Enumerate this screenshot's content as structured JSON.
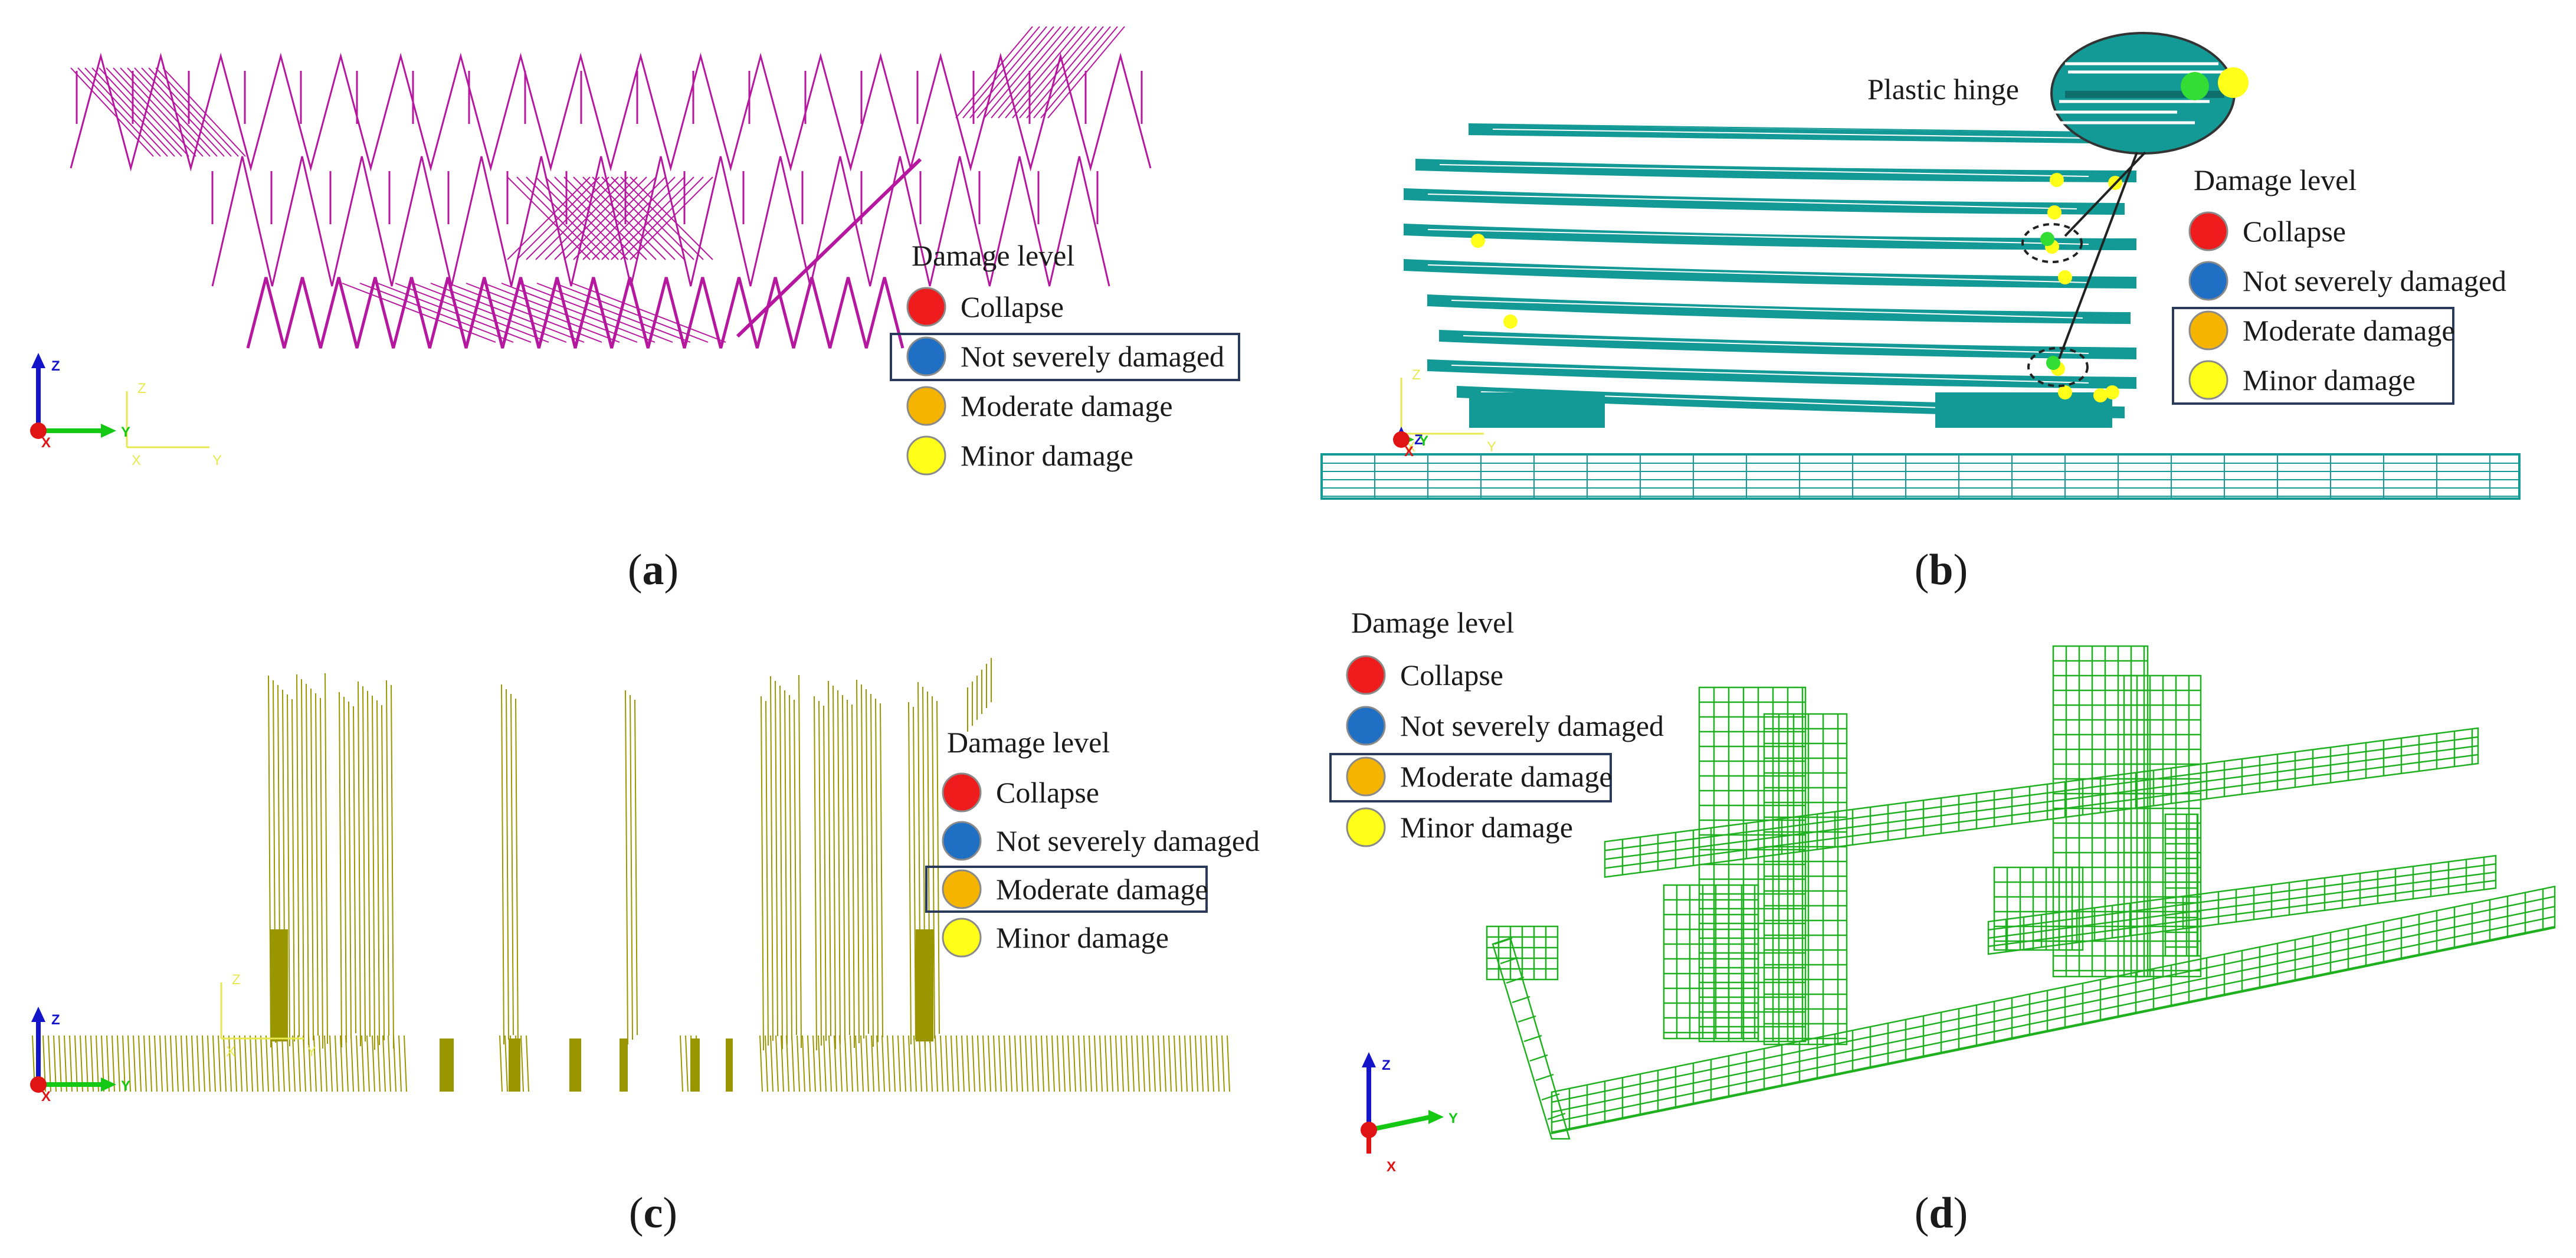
{
  "legend": {
    "title": "Damage level",
    "items": [
      {
        "label": "Collapse",
        "color": "#ee1c1c"
      },
      {
        "label": "Not severely damaged",
        "color": "#1f6fc5"
      },
      {
        "label": "Moderate damage",
        "color": "#f5b400"
      },
      {
        "label": "Minor damage",
        "color": "#ffff1a"
      }
    ]
  },
  "panels": [
    {
      "id": "a",
      "caption": "a",
      "highlighted_item": "Not severely damaged",
      "model_color": "#b5179e",
      "model": "bracing-lines"
    },
    {
      "id": "b",
      "caption": "b",
      "highlighted_item": "Moderate damage, Minor damage",
      "model_color": "#149a96",
      "model": "floor-slabs",
      "callout": "Plastic hinge"
    },
    {
      "id": "c",
      "caption": "c",
      "highlighted_item": "Moderate damage",
      "model_color": "#9a9600",
      "model": "wall-lines"
    },
    {
      "id": "d",
      "caption": "d",
      "highlighted_item": "Moderate damage",
      "model_color": "#1fb01f",
      "model": "wall-mesh"
    }
  ],
  "axes": {
    "z": "Z",
    "y": "Y",
    "x": "X"
  },
  "colors": {
    "axis_z": "#1414c8",
    "axis_y": "#14c814",
    "axis_x": "#e01414",
    "secondary_axis": "#e8e850",
    "box_border": "#2a3a5a"
  }
}
